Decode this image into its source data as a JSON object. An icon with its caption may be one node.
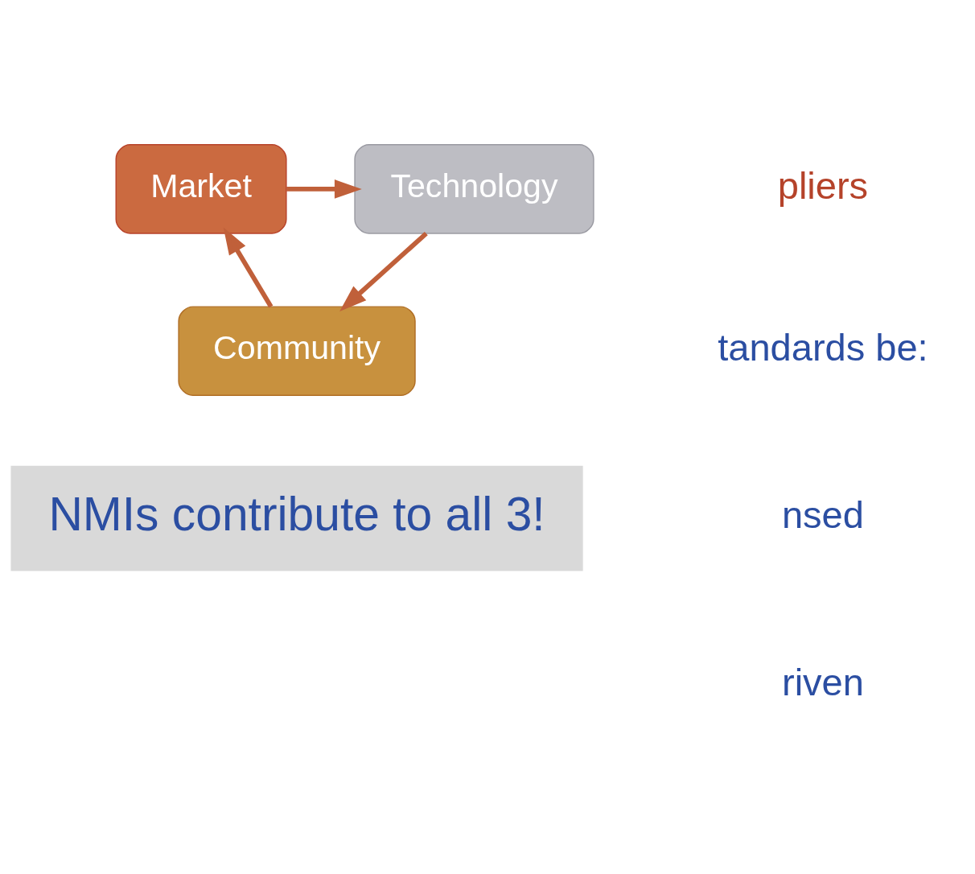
{
  "diagram": {
    "nodes": [
      {
        "text": [
          "Market"
        ]
      },
      {
        "text": [
          "Technology"
        ]
      },
      {
        "text": [
          "Community"
        ]
      },
      {
        "text": [
          "NMIs contribute to all 3!"
        ]
      }
    ],
    "edges": [
      {
        "from": 0,
        "to": 1,
        "arrow": "to"
      },
      {
        "from": 1,
        "to": 2,
        "arrow": "to"
      },
      {
        "from": 2,
        "to": 0,
        "arrow": "to"
      }
    ],
    "labels": [
      "pliers",
      "tandards be:",
      "nsed",
      "riven"
    ]
  }
}
